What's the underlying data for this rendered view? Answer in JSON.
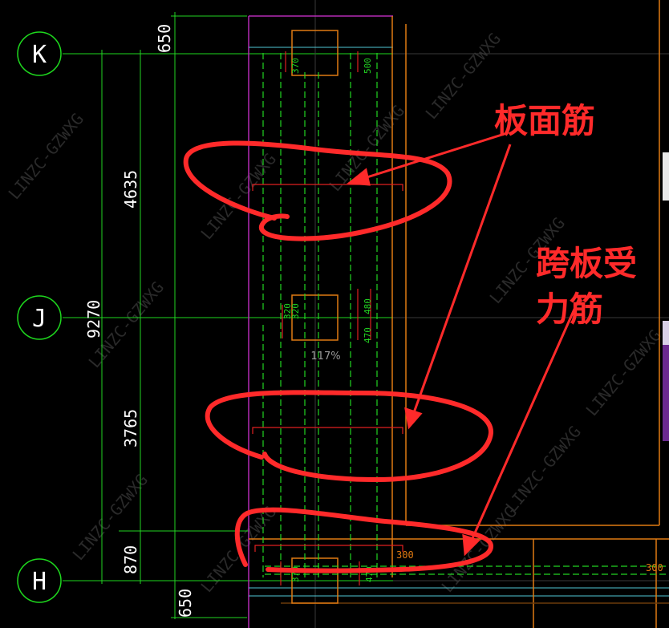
{
  "axes": {
    "k": "K",
    "j": "J",
    "h": "H"
  },
  "dimensions": {
    "top_650": "650",
    "d_4635": "4635",
    "total_9270": "9270",
    "d_3765": "3765",
    "d_870": "870",
    "bottom_650": "650"
  },
  "column_labels": {
    "k_left": "370",
    "k_right": "500",
    "j_left": "320",
    "j_left2": "320",
    "j_right": "470",
    "j_right2": "480",
    "h_left": "370",
    "h_right": "470",
    "h_right_edge": "300",
    "far_right": "300"
  },
  "zoom_label": "117%",
  "annotations": {
    "top_label": "板面筋",
    "side_label_line1": "跨板受",
    "side_label_line2": "力筋"
  },
  "watermark": "LINZC-GZWXG",
  "colors": {
    "dim_green": "#22d422",
    "axis_green": "#1ed81e",
    "beam_orange": "#e07a12",
    "wall_magenta": "#b42ab4",
    "cyan": "#4fc9d6",
    "rebar_red": "#e02020",
    "annotation_red": "#ff2a2a"
  }
}
